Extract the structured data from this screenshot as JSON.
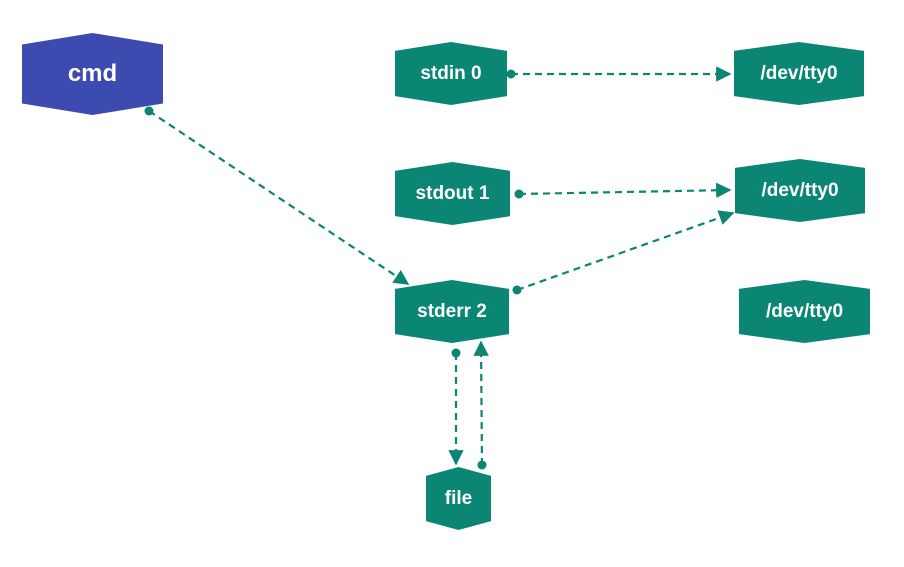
{
  "colors": {
    "teal": "#0b8574",
    "blue": "#3d4ab0",
    "edge": "#0b8574"
  },
  "nodes": {
    "cmd": "cmd",
    "stdin": "stdin 0",
    "stdout": "stdout 1",
    "stderr": "stderr 2",
    "tty_a": "/dev/tty0",
    "tty_b": "/dev/tty0",
    "tty_c": "/dev/tty0",
    "file": "file"
  }
}
